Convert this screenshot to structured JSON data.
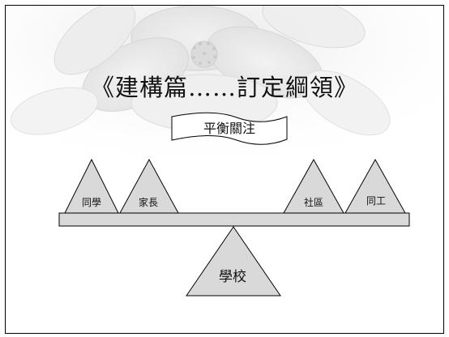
{
  "slide": {
    "title": "《建構篇……訂定綱領》",
    "banner": "平衡關注",
    "weights": [
      "同學",
      "家長",
      "社區",
      "同工"
    ],
    "fulcrum": "學校"
  }
}
